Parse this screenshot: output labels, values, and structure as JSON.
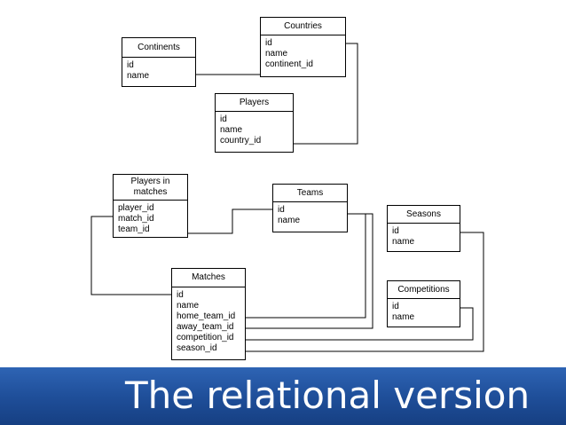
{
  "entities": {
    "continents": {
      "title": "Continents",
      "fields": [
        "id",
        "name"
      ]
    },
    "countries": {
      "title": "Countries",
      "fields": [
        "id",
        "name",
        "continent_id"
      ]
    },
    "players": {
      "title": "Players",
      "fields": [
        "id",
        "name",
        "country_id"
      ]
    },
    "players_in_matches": {
      "title": "Players in\nmatches",
      "fields": [
        "player_id",
        "match_id",
        "team_id"
      ]
    },
    "teams": {
      "title": "Teams",
      "fields": [
        "id",
        "name"
      ]
    },
    "seasons": {
      "title": "Seasons",
      "fields": [
        "id",
        "name"
      ]
    },
    "competitions": {
      "title": "Competitions",
      "fields": [
        "id",
        "name"
      ]
    },
    "matches": {
      "title": "Matches",
      "fields": [
        "id",
        "name",
        "home_team_id",
        "away_team_id",
        "competition_id",
        "season_id"
      ]
    }
  },
  "banner": {
    "title": "The relational version",
    "color": "#1f4f9a"
  }
}
